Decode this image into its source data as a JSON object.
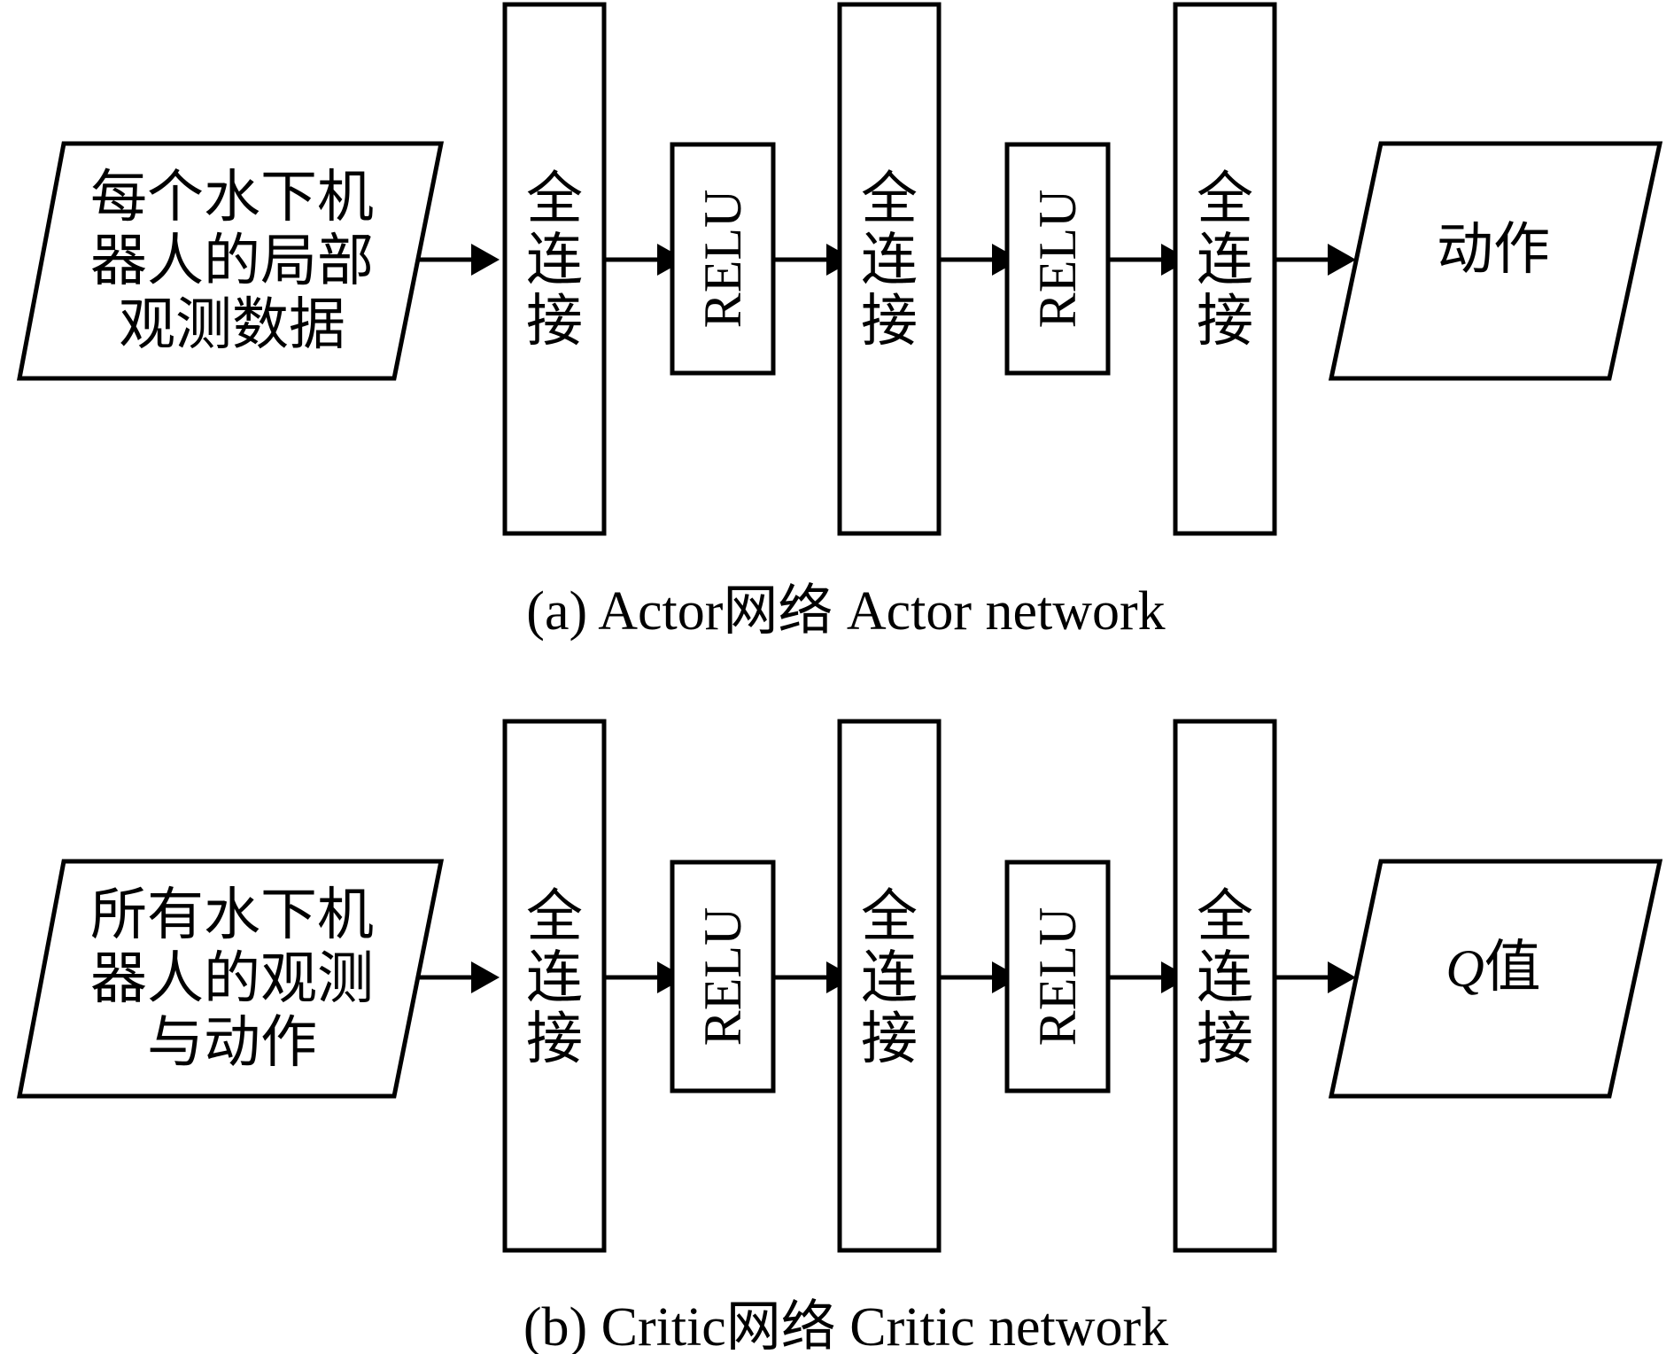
{
  "actor": {
    "input_lines": [
      "每个水下机",
      "器人的局部",
      "观测数据"
    ],
    "fc1": [
      "全",
      "连",
      "接"
    ],
    "relu1": "RELU",
    "fc2": [
      "全",
      "连",
      "接"
    ],
    "relu2": "RELU",
    "fc3": [
      "全",
      "连",
      "接"
    ],
    "output": "动作",
    "caption": "(a) Actor网络 Actor network"
  },
  "critic": {
    "input_lines": [
      "所有水下机",
      "器人的观测",
      "与动作"
    ],
    "fc1": [
      "全",
      "连",
      "接"
    ],
    "relu1": "RELU",
    "fc2": [
      "全",
      "连",
      "接"
    ],
    "relu2": "RELU",
    "fc3": [
      "全",
      "连",
      "接"
    ],
    "output_italic": "Q",
    "output_rest": "值",
    "caption": "(b) Critic网络 Critic network"
  }
}
